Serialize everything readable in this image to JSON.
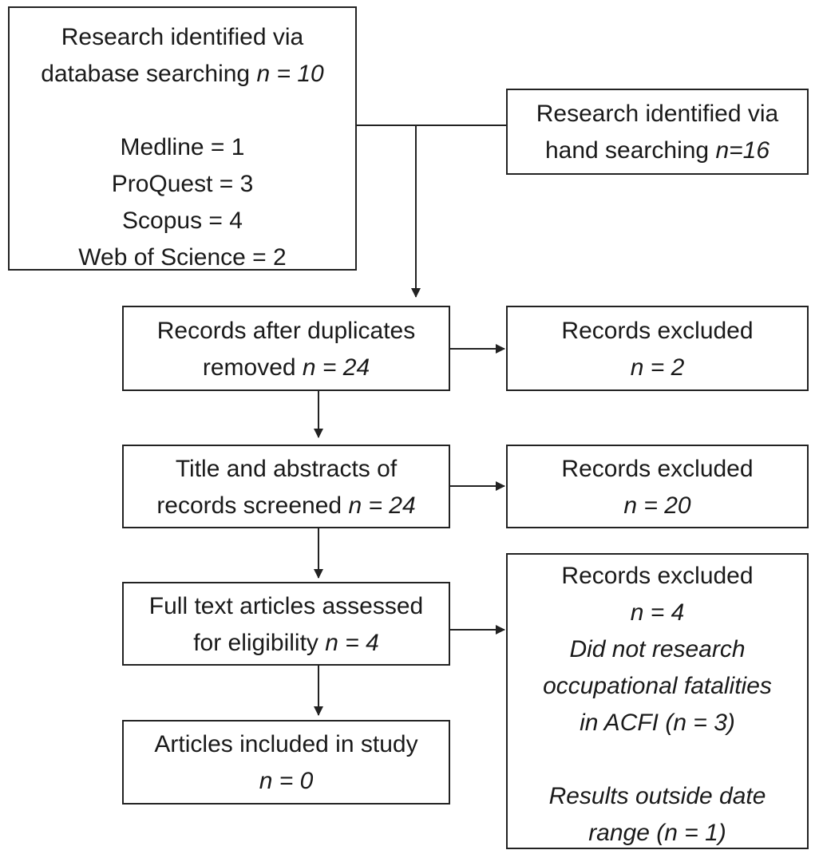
{
  "boxes": {
    "database": {
      "line1": "Research identified via",
      "line2_text": "database searching ",
      "line2_n": "n = 10",
      "sources": [
        "Medline = 1",
        "ProQuest = 3",
        "Scopus = 4",
        "Web of Science = 2"
      ]
    },
    "hand": {
      "line1": "Research identified via",
      "line2_text": "hand searching ",
      "line2_n": "n=16"
    },
    "duplicates": {
      "line1": "Records after duplicates",
      "line2_text": "removed ",
      "line2_n": "n = 24"
    },
    "excluded1": {
      "line1": "Records excluded",
      "line2_n": "n = 2"
    },
    "screened": {
      "line1": "Title and abstracts of",
      "line2_text": "records screened ",
      "line2_n": "n = 24"
    },
    "excluded2": {
      "line1": "Records excluded",
      "line2_n": "n = 20"
    },
    "fulltext": {
      "line1": "Full text articles assessed",
      "line2_text": "for eligibility ",
      "line2_n": "n = 4"
    },
    "excluded3": {
      "line1": "Records excluded",
      "line2_n": "n = 4",
      "reason1": [
        "Did not research",
        "occupational fatalities",
        "in ACFI (n = 3)"
      ],
      "reason2": [
        "Results outside date",
        "range (n = 1)"
      ]
    },
    "included": {
      "line1": "Articles included in study",
      "line2_n": "n = 0"
    }
  }
}
